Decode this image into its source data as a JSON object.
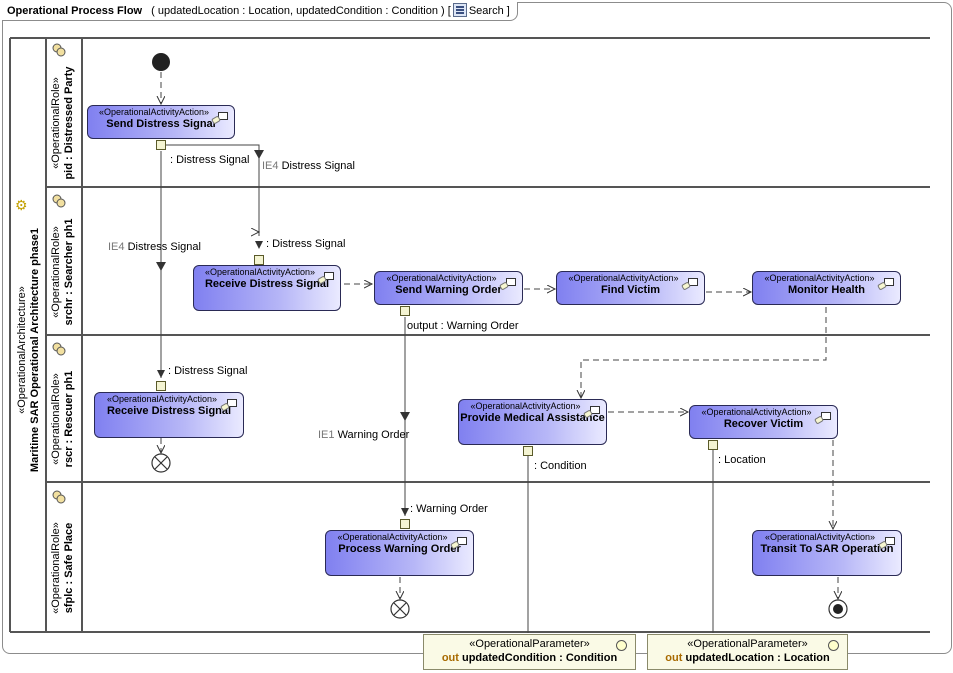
{
  "diagram": {
    "title": "Operational Process Flow",
    "signature": "( updatedLocation : Location, updatedCondition : Condition )",
    "search_label": "Search",
    "search_open": "[",
    "search_close": "]"
  },
  "architecture": {
    "stereotype": "«OperationalArchitecture»",
    "name": "Maritime SAR Operational Architecture phase1"
  },
  "lanes": [
    {
      "stereotype": "«OperationalRole»",
      "name": "pid : Distressed Party"
    },
    {
      "stereotype": "«OperationalRole»",
      "name": "srchr : Searcher ph1"
    },
    {
      "stereotype": "«OperationalRole»",
      "name": "rscr : Rescuer ph1"
    },
    {
      "stereotype": "«OperationalRole»",
      "name": "sfplc : Safe Place"
    }
  ],
  "actions": {
    "stereotype": "«OperationalActivityAction»",
    "send_distress": "Send Distress Signal",
    "receive_distress_searcher": "Receive Distress Signal",
    "send_warning": "Send Warning Order",
    "find_victim": "Find Victim",
    "monitor_health": "Monitor Health",
    "receive_distress_rescuer": "Receive Distress Signal",
    "provide_medical": "Provide Medical Assistance",
    "recover_victim": "Recover Victim",
    "process_warning": "Process Warning Order",
    "transit": "Transit To SAR Operation"
  },
  "pins": {
    "distress_out": ": Distress Signal",
    "distress_in_searcher": ": Distress Signal",
    "distress_in_rescuer": ": Distress Signal",
    "warning_out": "output : Warning Order",
    "warning_in": ": Warning Order",
    "condition_out": ": Condition",
    "location_out": ": Location"
  },
  "flows": {
    "ie4_a_prefix": "IE4",
    "ie4_a_text": "Distress Signal",
    "ie4_b_prefix": "IE4",
    "ie4_b_text": "Distress Signal",
    "ie1_prefix": "IE1",
    "ie1_text": "Warning Order"
  },
  "parameters": [
    {
      "stereotype": "«OperationalParameter»",
      "direction": "out",
      "name": "updatedCondition : Condition"
    },
    {
      "stereotype": "«OperationalParameter»",
      "direction": "out",
      "name": "updatedLocation : Location"
    }
  ],
  "colors": {
    "action_fill_start": "#8080f0",
    "action_fill_end": "#eaeaff",
    "pin_fill": "#f4f4d2",
    "parameter_fill": "#fafae6",
    "keyword": "#a86a00"
  }
}
